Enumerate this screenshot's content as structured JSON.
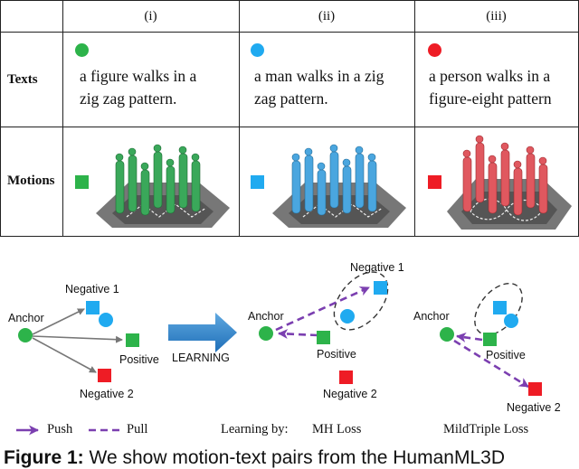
{
  "table": {
    "columns": [
      "(i)",
      "(ii)",
      "(iii)"
    ],
    "row_texts_label": "Texts",
    "row_motions_label": "Motions",
    "texts": [
      {
        "line1": "a figure walks in a",
        "line2": "zig zag pattern.",
        "color": "#2db34a"
      },
      {
        "line1": "a man walks in a zig",
        "line2": "zag pattern.",
        "color": "#20aaf0"
      },
      {
        "line1": "a person walks in a",
        "line2": "figure-eight pattern",
        "color": "#ee1c25"
      }
    ],
    "motion_colors": [
      "#2db34a",
      "#20aaf0",
      "#ee1c25"
    ]
  },
  "diagram": {
    "panel1": {
      "anchor": "Anchor",
      "neg1": "Negative 1",
      "positive": "Positive",
      "neg2": "Negative 2"
    },
    "arrow_label": "LEARNING",
    "panel2": {
      "anchor": "Anchor",
      "neg1": "Negative 1",
      "positive": "Positive",
      "neg2": "Negative 2"
    },
    "panel3": {
      "anchor": "Anchor",
      "positive": "Positive",
      "neg2": "Negative 2"
    },
    "colors": {
      "anchor": "#2db34a",
      "negative1": "#20aaf0",
      "negative2": "#ee1c25",
      "positive": "#2db34a",
      "push": "#7b3fb0",
      "pull": "#7b3fb0"
    }
  },
  "legend": {
    "push": "Push",
    "pull": "Pull",
    "learning_by": "Learning by:",
    "mh_loss": "MH Loss",
    "mild_loss": "MildTriple Loss"
  },
  "caption": {
    "label": "Figure 1:",
    "text": "We show motion-text pairs from the HumanML3D"
  }
}
